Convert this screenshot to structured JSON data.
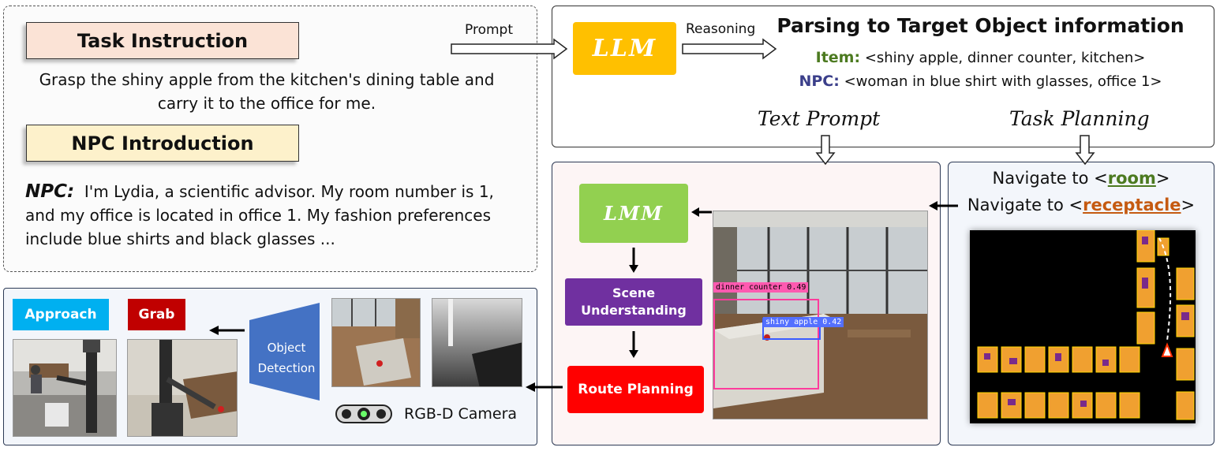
{
  "left_panel": {
    "task_title": "Task Instruction",
    "task_text": "Grasp the shiny apple from the kitchen's dining table and carry it to the office for me.",
    "npc_title": "NPC Introduction",
    "npc_label": "NPC:",
    "npc_text": "I'm Lydia, a scientific advisor. My room number is 1, and my office is located in office 1. My fashion preferences include blue shirts and black glasses ..."
  },
  "top_panel": {
    "prompt_label": "Prompt",
    "llm_label": "LLM",
    "reasoning_label": "Reasoning",
    "parse_title": "Parsing to Target Object information",
    "item_key": "Item:",
    "item_value": "<shiny apple, dinner counter, kitchen>",
    "npc_key": "NPC:",
    "npc_value": "<woman in blue shirt with glasses, office 1>",
    "text_prompt_label": "Text Prompt",
    "task_planning_label": "Task Planning"
  },
  "mid_panel": {
    "lmm_label": "LMM",
    "scene_label": "Scene Understanding",
    "route_label": "Route Planning",
    "det1_label": "dinner counter 0.49",
    "det2_label": "shiny apple 0.42"
  },
  "right_panel": {
    "nav1_prefix": "Navigate to <",
    "nav1_target": "room",
    "nav1_suffix": ">",
    "nav2_prefix": "Navigate to <",
    "nav2_target": "receptacle",
    "nav2_suffix": ">"
  },
  "bottom_panel": {
    "approach_label": "Approach",
    "grab_label": "Grab",
    "detection_label": "Object Detection",
    "camera_label": "RGB-D Camera"
  },
  "colors": {
    "llm": "#ffc000",
    "lmm": "#92d050",
    "scene": "#7030a0",
    "route": "#ff0000",
    "approach": "#00b0f0",
    "grab": "#c00000",
    "detection": "#4472c4"
  }
}
